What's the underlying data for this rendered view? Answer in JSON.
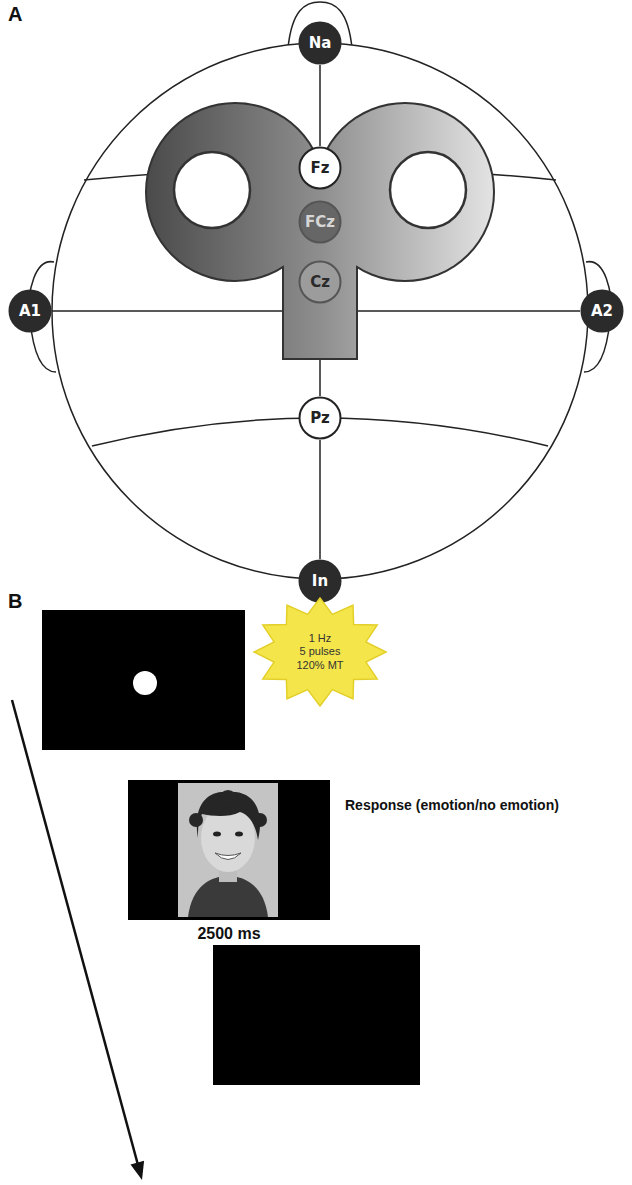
{
  "diagram": {
    "nodes": [
      {
        "text": [
          "Na"
        ]
      },
      {
        "text": [
          "Fz"
        ]
      },
      {
        "text": [
          "FCz"
        ]
      },
      {
        "text": [
          "A1"
        ]
      },
      {
        "text": [
          "Cz"
        ]
      },
      {
        "text": [
          "A2"
        ]
      },
      {
        "text": [
          "Pz"
        ]
      },
      {
        "text": [
          "In"
        ]
      },
      {
        "text": [
          "1 Hz",
          "5 pulses",
          "120% MT"
        ]
      }
    ],
    "edges": [
      {
        "from": 0,
        "to": 1,
        "arrow": "none"
      },
      {
        "from": 4,
        "to": 6,
        "arrow": "none"
      },
      {
        "from": 6,
        "to": 7,
        "arrow": "none"
      },
      {
        "from": 3,
        "to": 5,
        "arrow": "none"
      }
    ],
    "labels": [
      "A",
      "B",
      "Response (emotion/no emotion)",
      "2500 ms"
    ]
  }
}
